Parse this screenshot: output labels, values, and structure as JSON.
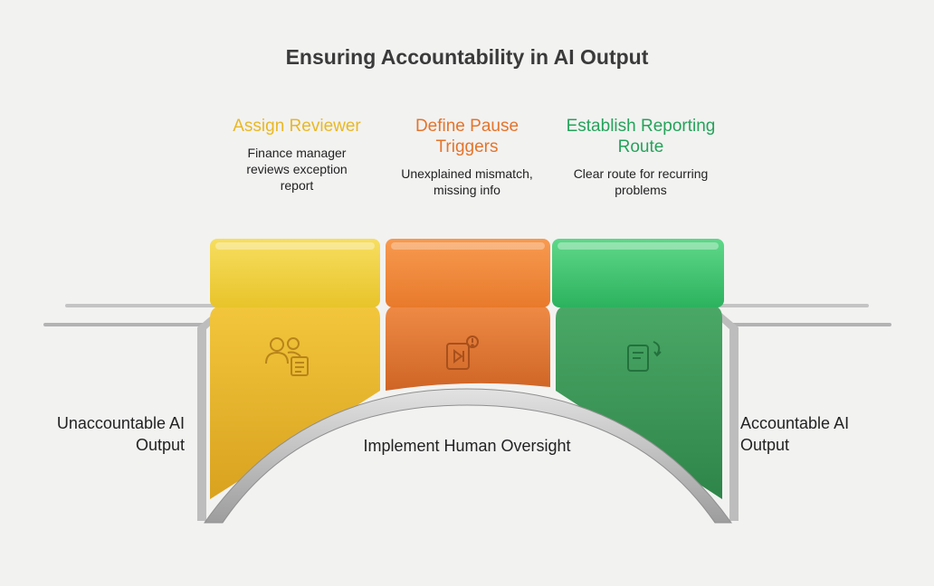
{
  "title": "Ensuring Accountability in AI Output",
  "steps": [
    {
      "title": "Assign Reviewer",
      "description": "Finance manager reviews exception report",
      "color": "#e9b824",
      "icon": "reviewer-icon"
    },
    {
      "title": "Define Pause Triggers",
      "description": "Unexplained mismatch, missing info",
      "color": "#e5742b",
      "icon": "pause-trigger-icon"
    },
    {
      "title": "Establish Reporting Route",
      "description": "Clear route for recurring problems",
      "color": "#25a35a",
      "icon": "reporting-route-icon"
    }
  ],
  "left_label": "Unaccountable AI Output",
  "right_label": "Accountable AI Output",
  "center_label": "Implement Human Oversight",
  "colors": {
    "yellow_block": "#e6b52d",
    "orange_block": "#e07536",
    "green_block": "#3f9a5a",
    "metal": "#b9b9b9"
  }
}
